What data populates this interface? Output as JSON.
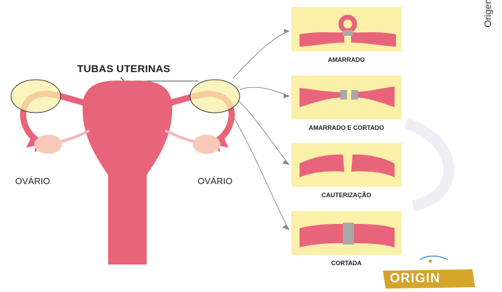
{
  "title": "TUBAS UTERINAS",
  "labels": {
    "ovary_left": "OVÁRIO",
    "ovary_right": "OVÁRIO"
  },
  "methods": [
    {
      "caption": "AMARRADO"
    },
    {
      "caption": "AMARRADO E CORTADO"
    },
    {
      "caption": "CAUTERIZAÇÃO"
    },
    {
      "caption": "CORTADA"
    }
  ],
  "side_text": "Origen",
  "logo": {
    "text": "ORIGIN"
  },
  "colors": {
    "tissue": "#e8647a",
    "tissue_dark": "#d04a62",
    "highlight": "#fbf0a8",
    "ovary": "#f6c9b8",
    "clip": "#a9a9a9"
  }
}
